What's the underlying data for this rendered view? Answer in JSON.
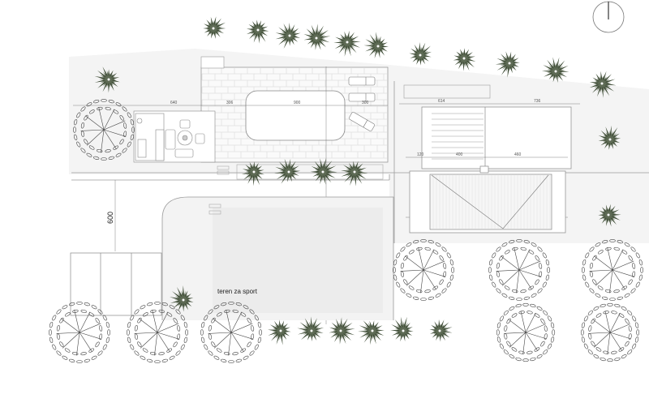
{
  "labels": {
    "sport_court": "teren za sport",
    "parking_distance": "600"
  },
  "dimensions": {
    "lounge_width": "640",
    "deck_left": "306",
    "pool_length": "900",
    "deck_right": "300",
    "house_left": "614",
    "house_right": "736",
    "bay_1": "120",
    "bay_2": "400",
    "bay_3": "460"
  },
  "colors": {
    "foliage": "#3f4d37",
    "line": "#8a8a8a",
    "ground": "#f2f2f2"
  }
}
